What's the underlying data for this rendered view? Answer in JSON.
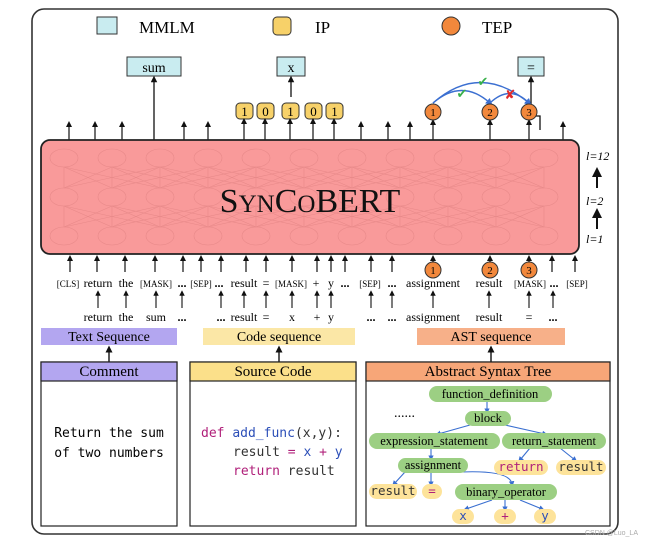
{
  "legend": {
    "mmlm": "MMLM",
    "ip": "IP",
    "tep": "TEP",
    "colors": {
      "mmlm": "#c9ecf0",
      "ip": "#f7d169",
      "tep": "#f2883c"
    }
  },
  "outputs": {
    "sum": "sum",
    "x": "x",
    "eq": "=",
    "ip_bits": [
      "1",
      "0",
      "1",
      "0",
      "1"
    ],
    "tep_nodes": [
      "1",
      "2",
      "3"
    ],
    "check": "✔",
    "cross": "✘"
  },
  "model": {
    "name_prefix": "S",
    "name_small": "YN",
    "name_mid": "C",
    "name_small2": "O",
    "name_suffix": "BERT",
    "fill": "#f99a9a",
    "layers": [
      "l=12",
      "l=2",
      "l=1"
    ]
  },
  "tokens": {
    "masked": [
      "[CLS]",
      "return",
      "the",
      "[MASK]",
      "...",
      "[SEP]",
      "...",
      "result",
      "=",
      "[MASK]",
      "+",
      "y",
      "...",
      "[SEP]",
      "...",
      "assignment",
      "result",
      "[MASK]",
      "...",
      "[SEP]"
    ],
    "original": [
      "return",
      "the",
      "sum",
      "...",
      "...",
      "result",
      "=",
      "x",
      "+",
      "y",
      "...",
      "...",
      "assignment",
      "result",
      "=",
      "..."
    ]
  },
  "sequences": {
    "text": "Text Sequence",
    "code": "Code sequence",
    "ast": "AST sequence"
  },
  "panels": {
    "comment": {
      "title": "Comment",
      "lines": [
        "Return the sum",
        "of two numbers"
      ]
    },
    "source": {
      "title": "Source Code",
      "line1": {
        "kw": "def",
        "fn": "add_func",
        "p1": "(",
        "x": "x",
        "comma": ",",
        "y": "y",
        "p2": "):"
      },
      "line2": {
        "a": "result",
        "eq": " = ",
        "x": "x",
        "plus": " + ",
        "y": "y"
      },
      "line3": {
        "kw": "return",
        "v": " result"
      }
    },
    "ast": {
      "title": "Abstract Syntax Tree",
      "dots": "......",
      "nodes": {
        "function_definition": "function_definition",
        "block": "block",
        "expression_statement": "expression_statement",
        "return_statement": "return_statement",
        "assignment": "assignment",
        "return": "return",
        "result_r": "result",
        "result_l": "result",
        "eq": "=",
        "binary_operator": "binary_operator",
        "x": "x",
        "plus": "+",
        "y": "y"
      }
    }
  },
  "watermark": "CSDN @Luo_LA"
}
